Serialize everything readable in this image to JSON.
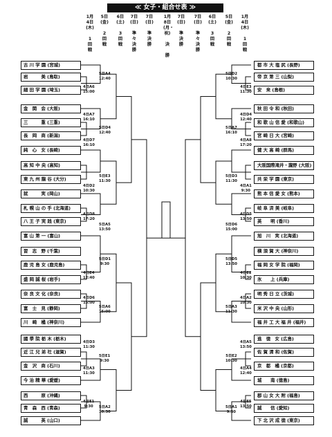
{
  "title": "≪ 女子・組合せ表 ≫",
  "headers": {
    "left": [
      [
        "1月",
        "4日",
        "(木)",
        "",
        "1",
        "回",
        "戦"
      ],
      [
        "5日",
        "(金)",
        "",
        "2",
        "回",
        "戦"
      ],
      [
        "6日",
        "(土)",
        "",
        "3",
        "回",
        "戦"
      ],
      [
        "7日",
        "(日)",
        "",
        "準",
        "々",
        "決",
        "勝"
      ],
      [
        "7日",
        "(日)",
        "",
        "準",
        "決",
        "勝"
      ]
    ],
    "center": [
      "1月",
      "8日",
      "(月・祝)",
      "",
      "決",
      "",
      "勝"
    ],
    "right": [
      [
        "7日",
        "(日)",
        "",
        "準",
        "決",
        "勝"
      ],
      [
        "7日",
        "(日)",
        "",
        "準",
        "々",
        "決",
        "勝"
      ],
      [
        "6日",
        "(土)",
        "",
        "3",
        "回",
        "戦"
      ],
      [
        "5日",
        "(金)",
        "",
        "2",
        "回",
        "戦"
      ],
      [
        "1月",
        "4日",
        "(木)",
        "",
        "1",
        "回",
        "戦"
      ]
    ]
  },
  "left_teams": [
    "古 川 学 園 (宮城)",
    "岩　　　美 (鳥取)",
    "細 田 学 園 (埼玉)",
    "金　関　会 (大阪)",
    "三　　　重 (三重)",
    "長　岡　商 (新潟)",
    "純　心　女 (長崎)",
    "高 知 中 央 (高知)",
    "東 九 州 龍 谷 (大分)",
    "就　　　実 (岡山)",
    "札 幌 山 の 手 (北海道)",
    "八 王 子 実 践 (東京)",
    "富 山 第 一 (富山)",
    "習　志　野 (千葉)",
    "鹿 児 島 女 (鹿児島)",
    "盛 岡 誠 桜 (岩手)",
    "奈 良 文 化 (奈良)",
    "富　士　見 (静岡)",
    "川　崎　橘 (神奈川)",
    "國 學 院 栃 木 (栃木)",
    "近 江 兄 弟 社 (滋賀)",
    "金　沢　商 (石川)",
    "今 治 精 華 (愛媛)",
    "西　　　原 (沖縄)",
    "青　森　西 (青森)",
    "誠　　　英 (山口)"
  ],
  "right_teams": [
    "都 市 大 塩 尻 (長野)",
    "帝 京 第 三 (山梨)",
    "安　来 (島根)",
    "秋 田 令 和 (秋田)",
    "和 歌 山 信 愛 (和歌山)",
    "宮 崎 日 大 (宮崎)",
    "健 大 高 崎 (群馬)",
    "大阪国際滝井・瀧野 (大阪)",
    "共 栄 学 園 (東京)",
    "熊 本 信 愛 女 (熊本)",
    "岐 阜 済 美 (岐阜)",
    "英　　明 (香川)",
    "旭　川　実 (北海道)",
    "横 須 賀 大 (神奈川)",
    "福 岡 女 学 院 (福岡)",
    "氷　　上 (兵庫)",
    "明 秀 日 立 (茨城)",
    "米 沢 中 央 (山形)",
    "福 井 工 大 福 井 (福井)",
    "進　徳　女 (広島)",
    "佐 賀 清 和 (佐賀)",
    "京　都　橘 (京都)",
    "城　　南 (徳島)",
    "郡 山 女 大 附 (福島)",
    "誠　　信 (愛知)",
    "下 北 沢 成 徳 (東京)"
  ],
  "left_matches": [
    [
      "5日A4",
      "12:40"
    ],
    [
      "4日A6",
      "15:00"
    ],
    [
      "4日A7",
      "16:10"
    ],
    [
      "5日D4",
      "12:40"
    ],
    [
      "4日D7",
      "16:10"
    ],
    [
      "5日E3",
      "11:30"
    ],
    [
      "4日D2",
      "10:30"
    ],
    [
      "4日D8",
      "17:20"
    ],
    [
      "5日A5",
      "13:50"
    ],
    [
      "5日D1",
      "9:30"
    ],
    [
      "4日E4",
      "12:40"
    ],
    [
      "4日D6",
      "15:00"
    ],
    [
      "5日A6",
      "15:00"
    ],
    [
      "4日D3",
      "11:30"
    ],
    [
      "5日E1",
      "9:30"
    ],
    [
      "4日A3",
      "11:30"
    ],
    [
      "4日E1",
      "9:30"
    ],
    [
      "5日A2",
      "10:30"
    ]
  ],
  "right_matches": [
    [
      "5日D2",
      "10:30"
    ],
    [
      "4日E3",
      "11:30"
    ],
    [
      "4日D4",
      "12:40"
    ],
    [
      "5日A7",
      "16:10"
    ],
    [
      "4日A8",
      "17:20"
    ],
    [
      "5日D3",
      "11:30"
    ],
    [
      "4日A1",
      "9:30"
    ],
    [
      "4日D5",
      "13:50"
    ],
    [
      "5日D6",
      "15:00"
    ],
    [
      "5日D5",
      "13:50"
    ],
    [
      "4日E2",
      "10:30"
    ],
    [
      "4日A2",
      "10:30"
    ],
    [
      "5日A3",
      "11:30"
    ],
    [
      "4日A5",
      "13:50"
    ],
    [
      "5日E2",
      "10:30"
    ],
    [
      "4日A4",
      "12:40"
    ],
    [
      "4日E5",
      "13:50"
    ],
    [
      "5日A1",
      "9:30"
    ]
  ]
}
